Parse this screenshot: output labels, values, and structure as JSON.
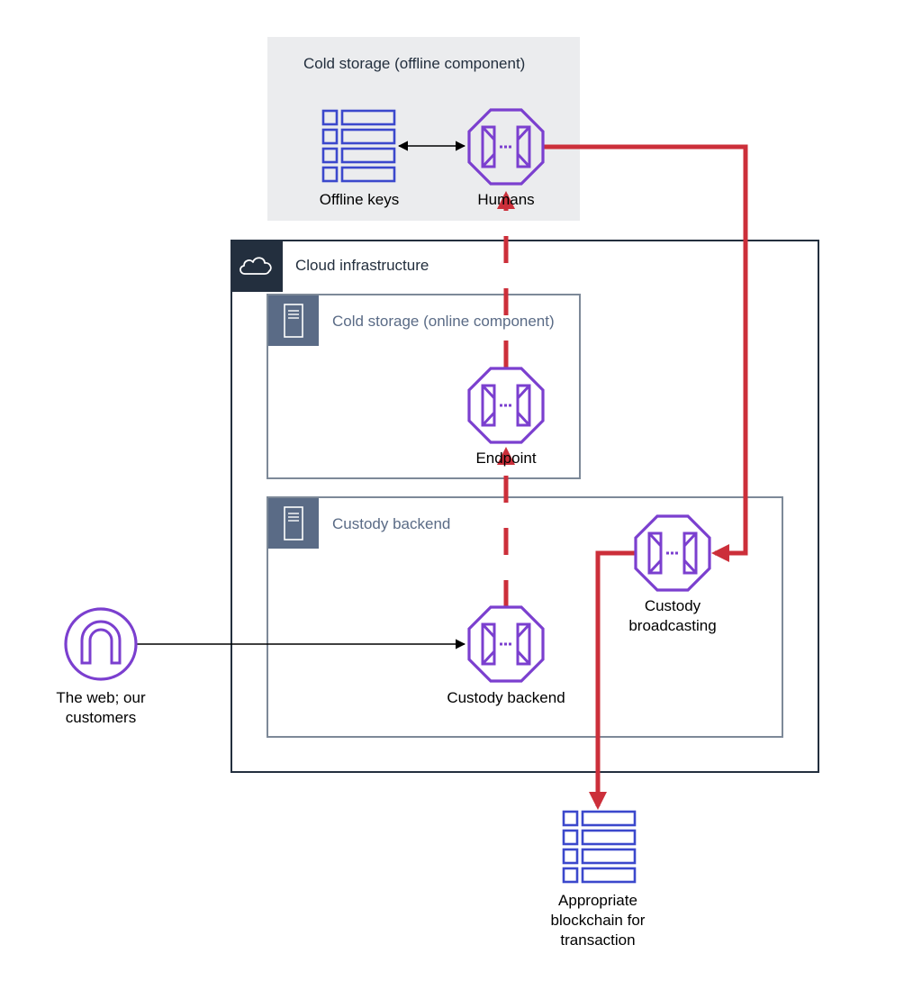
{
  "groups": {
    "cold_offline": "Cold storage (offline component)",
    "cloud": "Cloud infrastructure",
    "cold_online": "Cold storage (online component)",
    "custody_backend": "Custody backend"
  },
  "nodes": {
    "offline_keys": "Offline keys",
    "humans": "Humans",
    "endpoint": "Endpoint",
    "custody_broadcasting": [
      "Custody",
      "broadcasting"
    ],
    "custody_backend": "Custody backend",
    "web": [
      "The web; our",
      "customers"
    ],
    "blockchain": [
      "Appropriate",
      "blockchain for",
      "transaction"
    ]
  },
  "icons": {
    "cloud": "cloud-icon",
    "server": "server-icon",
    "gateway": "octagon-gateway-icon",
    "database": "table-stack-icon",
    "internet": "internet-gateway-icon"
  },
  "colors": {
    "red_flow": "#cc2f3a",
    "purple": "#7b3fcf",
    "blue": "#3b48cc",
    "dark": "#232f3e",
    "muted": "#5a6b86"
  }
}
